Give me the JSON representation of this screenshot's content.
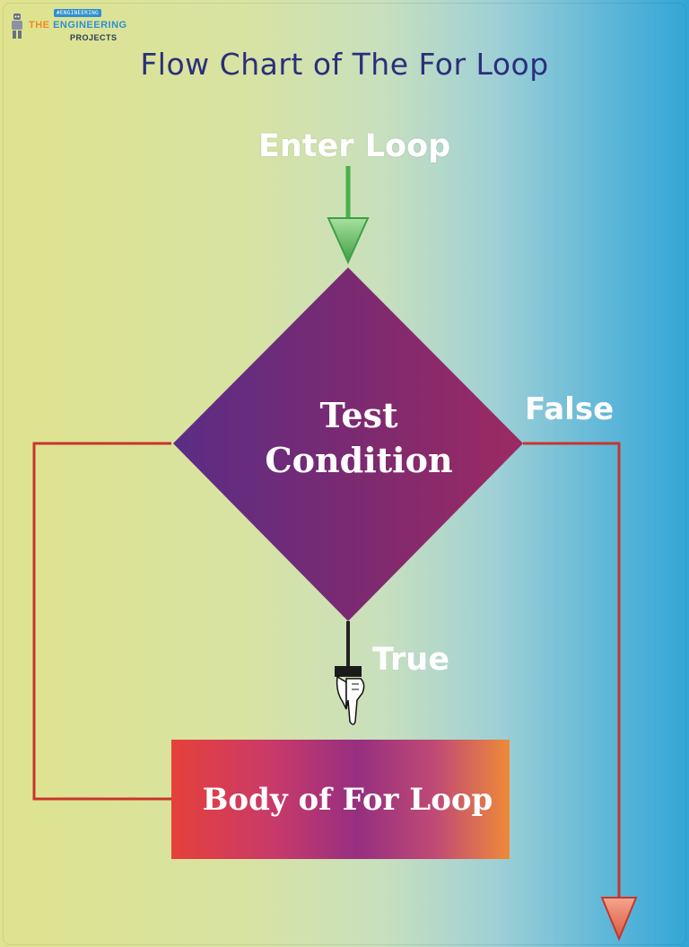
{
  "logo": {
    "tagline": "#ENGINEERING",
    "brand_line1_a": "THE ",
    "brand_line1_b": "ENGINEERING",
    "brand_line2": "PROJECTS",
    "icon": "robot-icon"
  },
  "title": "Flow Chart of The For Loop",
  "nodes": {
    "entry_label": "Enter Loop",
    "decision_line1": "Test",
    "decision_line2": "Condition",
    "process_label": "Body of For Loop"
  },
  "edges": {
    "false_label": "False",
    "true_label": "True"
  },
  "colors": {
    "entry_arrow": "#4ab04a",
    "connector": "#c8352c",
    "exit_arrow": "#e0705a",
    "diamond_start": "#5b2d86",
    "diamond_end": "#9c2a62",
    "title": "#2b2f7a"
  },
  "icons": {
    "pointing_hand": "pointing-hand-icon"
  }
}
